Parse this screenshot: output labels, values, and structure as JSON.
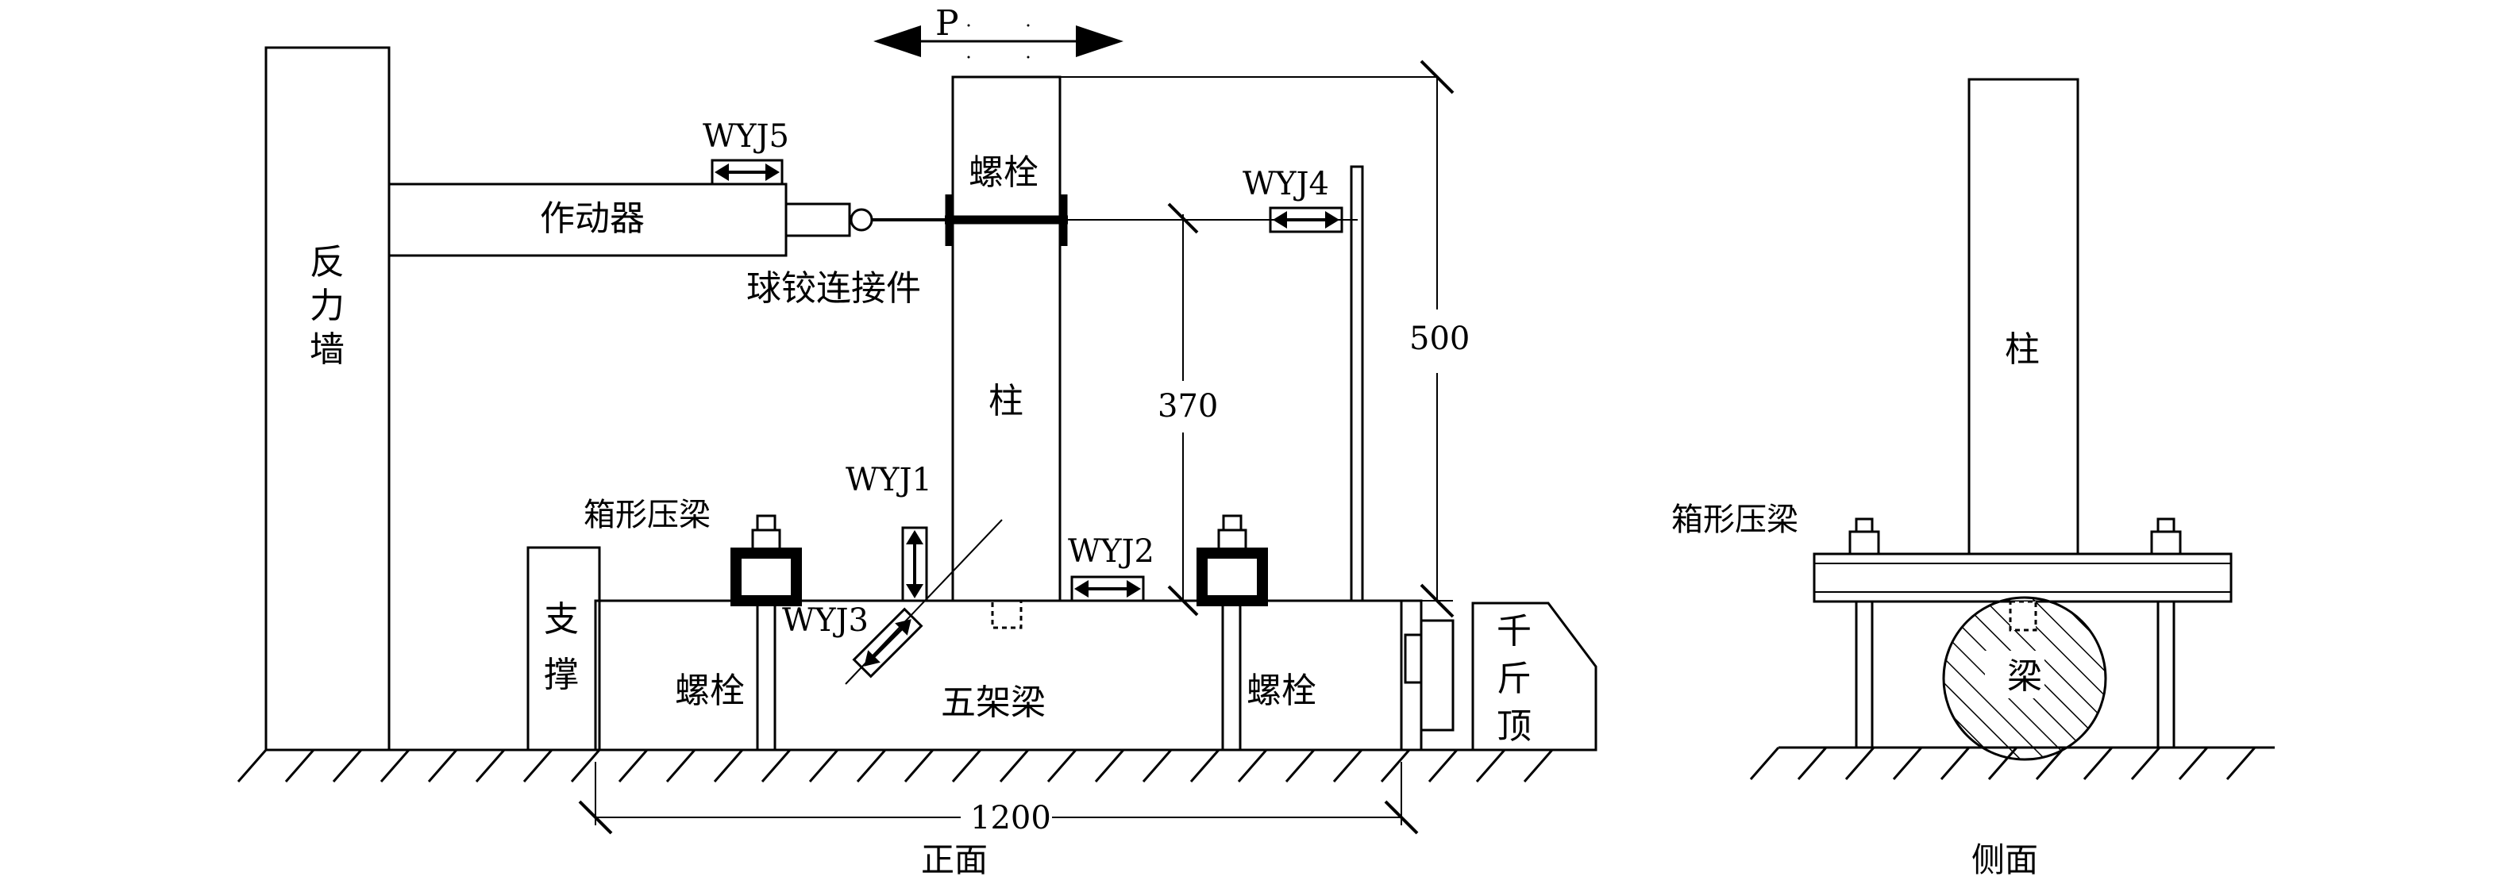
{
  "front": {
    "load": "P",
    "reaction_wall": [
      "反",
      "力",
      "墙"
    ],
    "actuator": "作动器",
    "ball_joint": "球铰连接件",
    "column_bolt": "螺栓",
    "column": "柱",
    "box_beam": "箱形压梁",
    "support": [
      "支",
      "撑"
    ],
    "bolt_left": "螺栓",
    "bolt_right": "螺栓",
    "five_frame_beam": "五架梁",
    "jack": [
      "千",
      "斤",
      "顶"
    ],
    "gauges": {
      "wyj1": "WYJ1",
      "wyj2": "WYJ2",
      "wyj3": "WYJ3",
      "wyj4": "WYJ4",
      "wyj5": "WYJ5"
    },
    "dimensions": {
      "height_500": "500",
      "height_370": "370",
      "length_1200": "1200"
    },
    "caption": "正面"
  },
  "side": {
    "column": "柱",
    "box_beam": "箱形压梁",
    "beam": "梁",
    "caption": "侧面"
  }
}
